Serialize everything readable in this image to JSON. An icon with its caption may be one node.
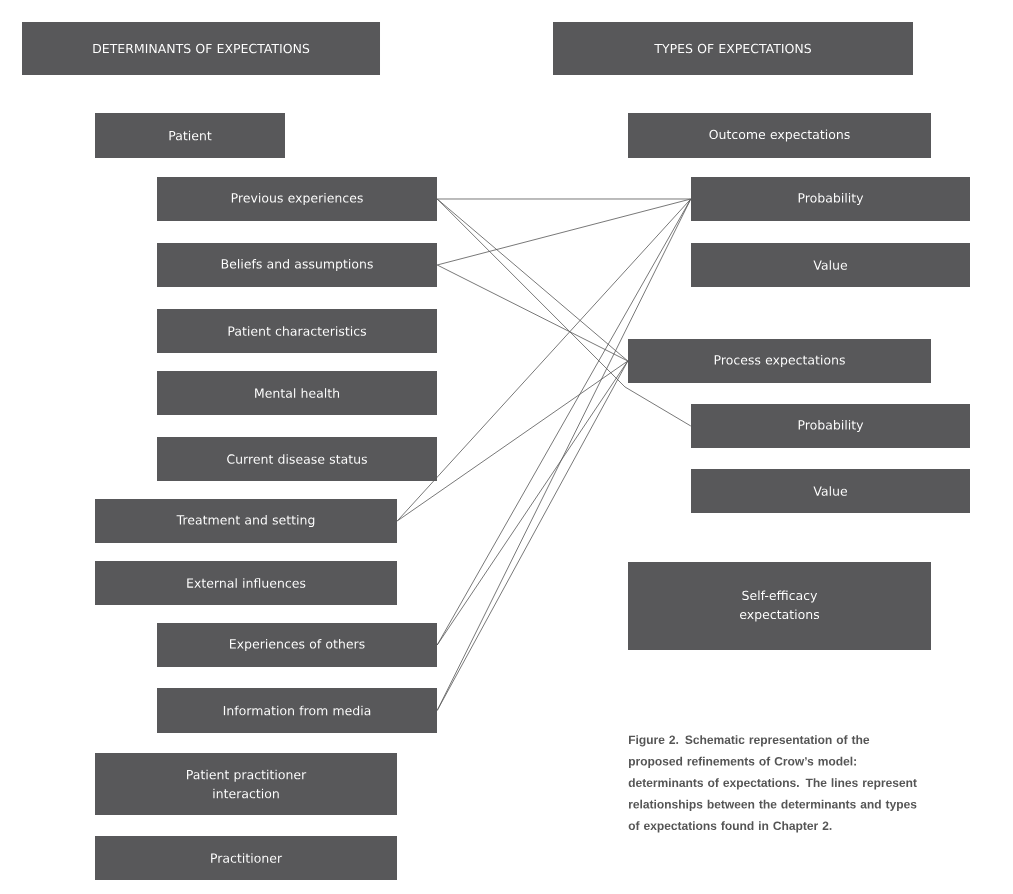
{
  "diagram": {
    "caption": "Figure 2. Schematic representation of the proposed refinements of Crow’s model: determinants of expectations. The lines represent relationships between the determinants and types of expectations found in Chapter 2.",
    "nodes": [
      {
        "text": [
          "DETERMINANTS OF EXPECTATIONS"
        ]
      },
      {
        "text": [
          "TYPES OF EXPECTATIONS"
        ]
      },
      {
        "text": [
          "Patient"
        ]
      },
      {
        "text": [
          "Previous experiences"
        ]
      },
      {
        "text": [
          "Beliefs and assumptions"
        ]
      },
      {
        "text": [
          "Patient characteristics"
        ]
      },
      {
        "text": [
          "Mental health"
        ]
      },
      {
        "text": [
          "Current disease status"
        ]
      },
      {
        "text": [
          "Treatment and setting"
        ]
      },
      {
        "text": [
          "External influences"
        ]
      },
      {
        "text": [
          "Experiences of others"
        ]
      },
      {
        "text": [
          "Information from media"
        ]
      },
      {
        "text": [
          "Patient practitioner interaction"
        ]
      },
      {
        "text": [
          "Practitioner"
        ]
      },
      {
        "text": [
          "Outcome expectations"
        ]
      },
      {
        "text": [
          "Probability"
        ]
      },
      {
        "text": [
          "Value"
        ]
      },
      {
        "text": [
          "Process expectations"
        ]
      },
      {
        "text": [
          "Probability"
        ]
      },
      {
        "text": [
          "Value"
        ]
      },
      {
        "text": [
          "Self-efficacy expectations"
        ]
      }
    ],
    "edges": [
      {
        "from": 3,
        "to": 15,
        "arrow": "none"
      },
      {
        "from": 3,
        "to": 17,
        "arrow": "none"
      },
      {
        "from": 3,
        "to": 18,
        "arrow": "none"
      },
      {
        "from": 4,
        "to": 15,
        "arrow": "none"
      },
      {
        "from": 4,
        "to": 17,
        "arrow": "none"
      },
      {
        "from": 8,
        "to": 15,
        "arrow": "none"
      },
      {
        "from": 8,
        "to": 17,
        "arrow": "none"
      },
      {
        "from": 10,
        "to": 15,
        "arrow": "none"
      },
      {
        "from": 10,
        "to": 17,
        "arrow": "none"
      },
      {
        "from": 11,
        "to": 15,
        "arrow": "none"
      },
      {
        "from": 11,
        "to": 17,
        "arrow": "none"
      }
    ]
  }
}
